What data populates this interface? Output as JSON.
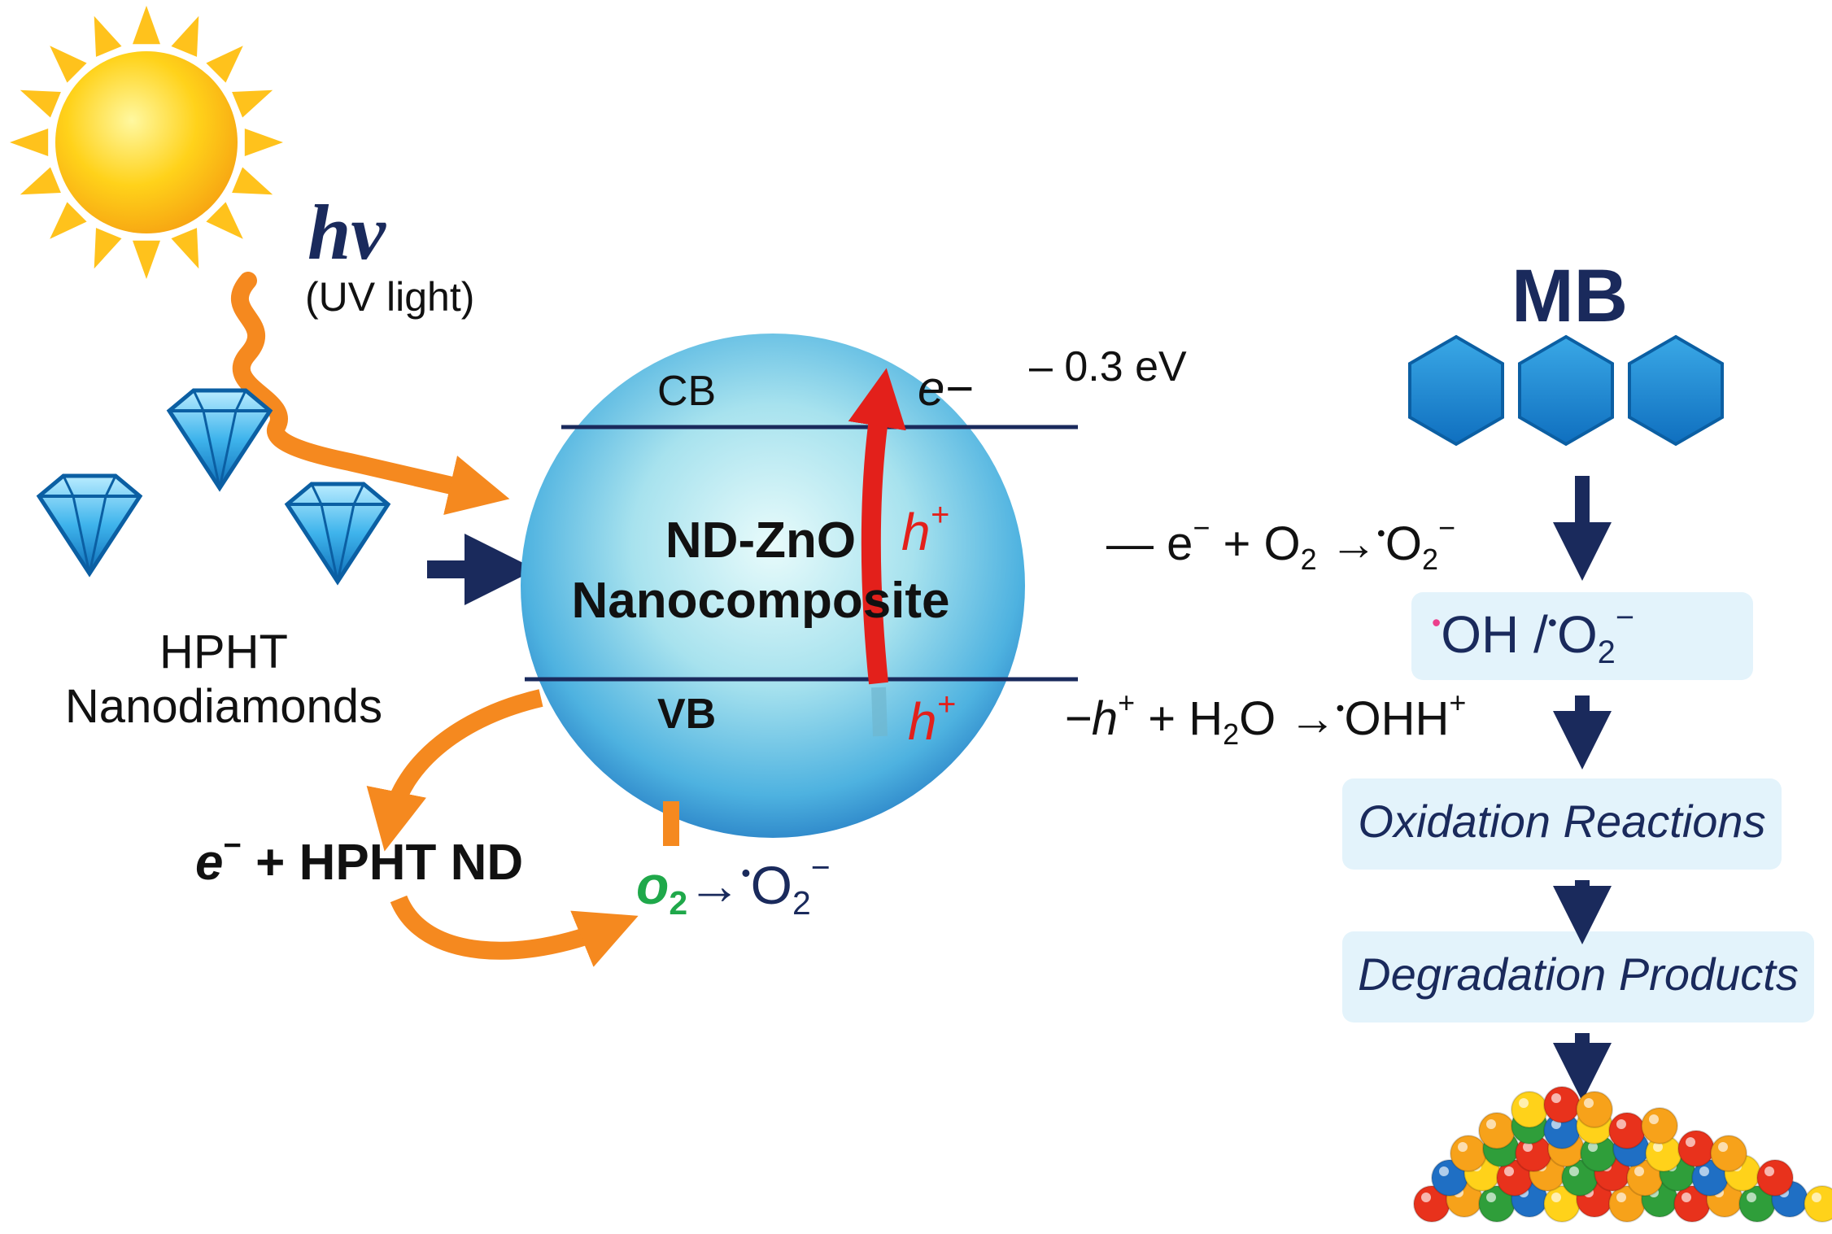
{
  "light": {
    "symbol": "hv",
    "description": "(UV light)"
  },
  "source": {
    "line1": "HPHT",
    "line2": "Nanodiamonds"
  },
  "sphere": {
    "cb": "CB",
    "vb": "VB",
    "title_line1": "ND-ZnO",
    "title_line2": "Nanocomposite",
    "electron": "e−",
    "hole_middle": "h",
    "hole_bottom": "h",
    "hole_charge": "+"
  },
  "energy_label": "– 0.3 eV",
  "reactions": {
    "electron_part1": "— e",
    "electron_minus": "−",
    "electron_part2": " + O",
    "electron_sub": "2",
    "electron_arrow": " →",
    "electron_dot": "•",
    "electron_product": "O",
    "electron_product_sub": "2",
    "electron_product_sup": "−",
    "hole_part1": "−h",
    "hole_plus": "+",
    "hole_part2": " + H",
    "hole_sub": "2",
    "hole_part3": "O →",
    "hole_dot": "•",
    "hole_product": "OHH",
    "hole_product_sup": "+",
    "nd_e": "e",
    "nd_minus": "−",
    "nd_text": " + HPHT ND",
    "o2_o": "o",
    "o2_sub": "2",
    "o2_arrow": "→",
    "o2_dot": "•",
    "o2_product": "O",
    "o2_product_sub": "2",
    "o2_product_sup": "−"
  },
  "pollutant": "MB",
  "radicals": {
    "dot1": "•",
    "oh": "OH /",
    "dot2": "•",
    "o": "O",
    "o_sub": "2",
    "o_sup": "−"
  },
  "steps": {
    "oxidation": "Oxidation Reactions",
    "degradation": "Degradation Products"
  },
  "colors": {
    "navy": "#1a2a5c",
    "orange": "#f5891f",
    "red": "#e3201b",
    "green": "#1fa84a",
    "magenta": "#ec3f8c",
    "sphere": "#3ea3db",
    "box": "#e3f3fb"
  }
}
